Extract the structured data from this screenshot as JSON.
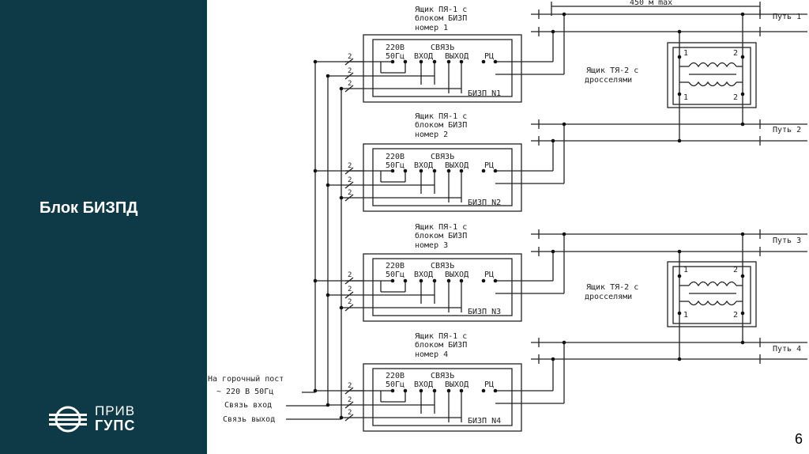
{
  "slide": {
    "title": "Блок БИЗПД",
    "page_number": "6"
  },
  "logo": {
    "line1": "ПРИВ",
    "line2": "ГУПС"
  },
  "diagram": {
    "distance_label": "450 м max",
    "cabinet_label_line1": "Ящик ПЯ-1 с",
    "cabinet_label_line2": "блоком БИЗП",
    "choke_label_line1": "Ящик ТЯ-2 с",
    "choke_label_line2": "дросселями",
    "terminal_220": "220В",
    "terminal_50": "50Гц",
    "terminal_svyaz": "СВЯЗЬ",
    "terminal_vhod": "ВХОД",
    "terminal_vyhod": "ВЫХОД",
    "terminal_rc": "РЦ",
    "wire_count": "2",
    "coil_pin_1": "1",
    "coil_pin_2": "2",
    "blocks": [
      {
        "number_label": "номер 1",
        "bizp_label": "БИЗП N1",
        "track_label": "Путь 1"
      },
      {
        "number_label": "номер 2",
        "bizp_label": "БИЗП N2",
        "track_label": "Путь 2"
      },
      {
        "number_label": "номер 3",
        "bizp_label": "БИЗП N3",
        "track_label": "Путь 3"
      },
      {
        "number_label": "номер 4",
        "bizp_label": "БИЗП N4",
        "track_label": "Путь 4"
      }
    ],
    "inputs": {
      "hump_post_line1": "На горочный пост",
      "hump_post_line2": "~ 220 В 50Гц",
      "comm_in": "Связь вход",
      "comm_out": "Связь выход"
    }
  }
}
